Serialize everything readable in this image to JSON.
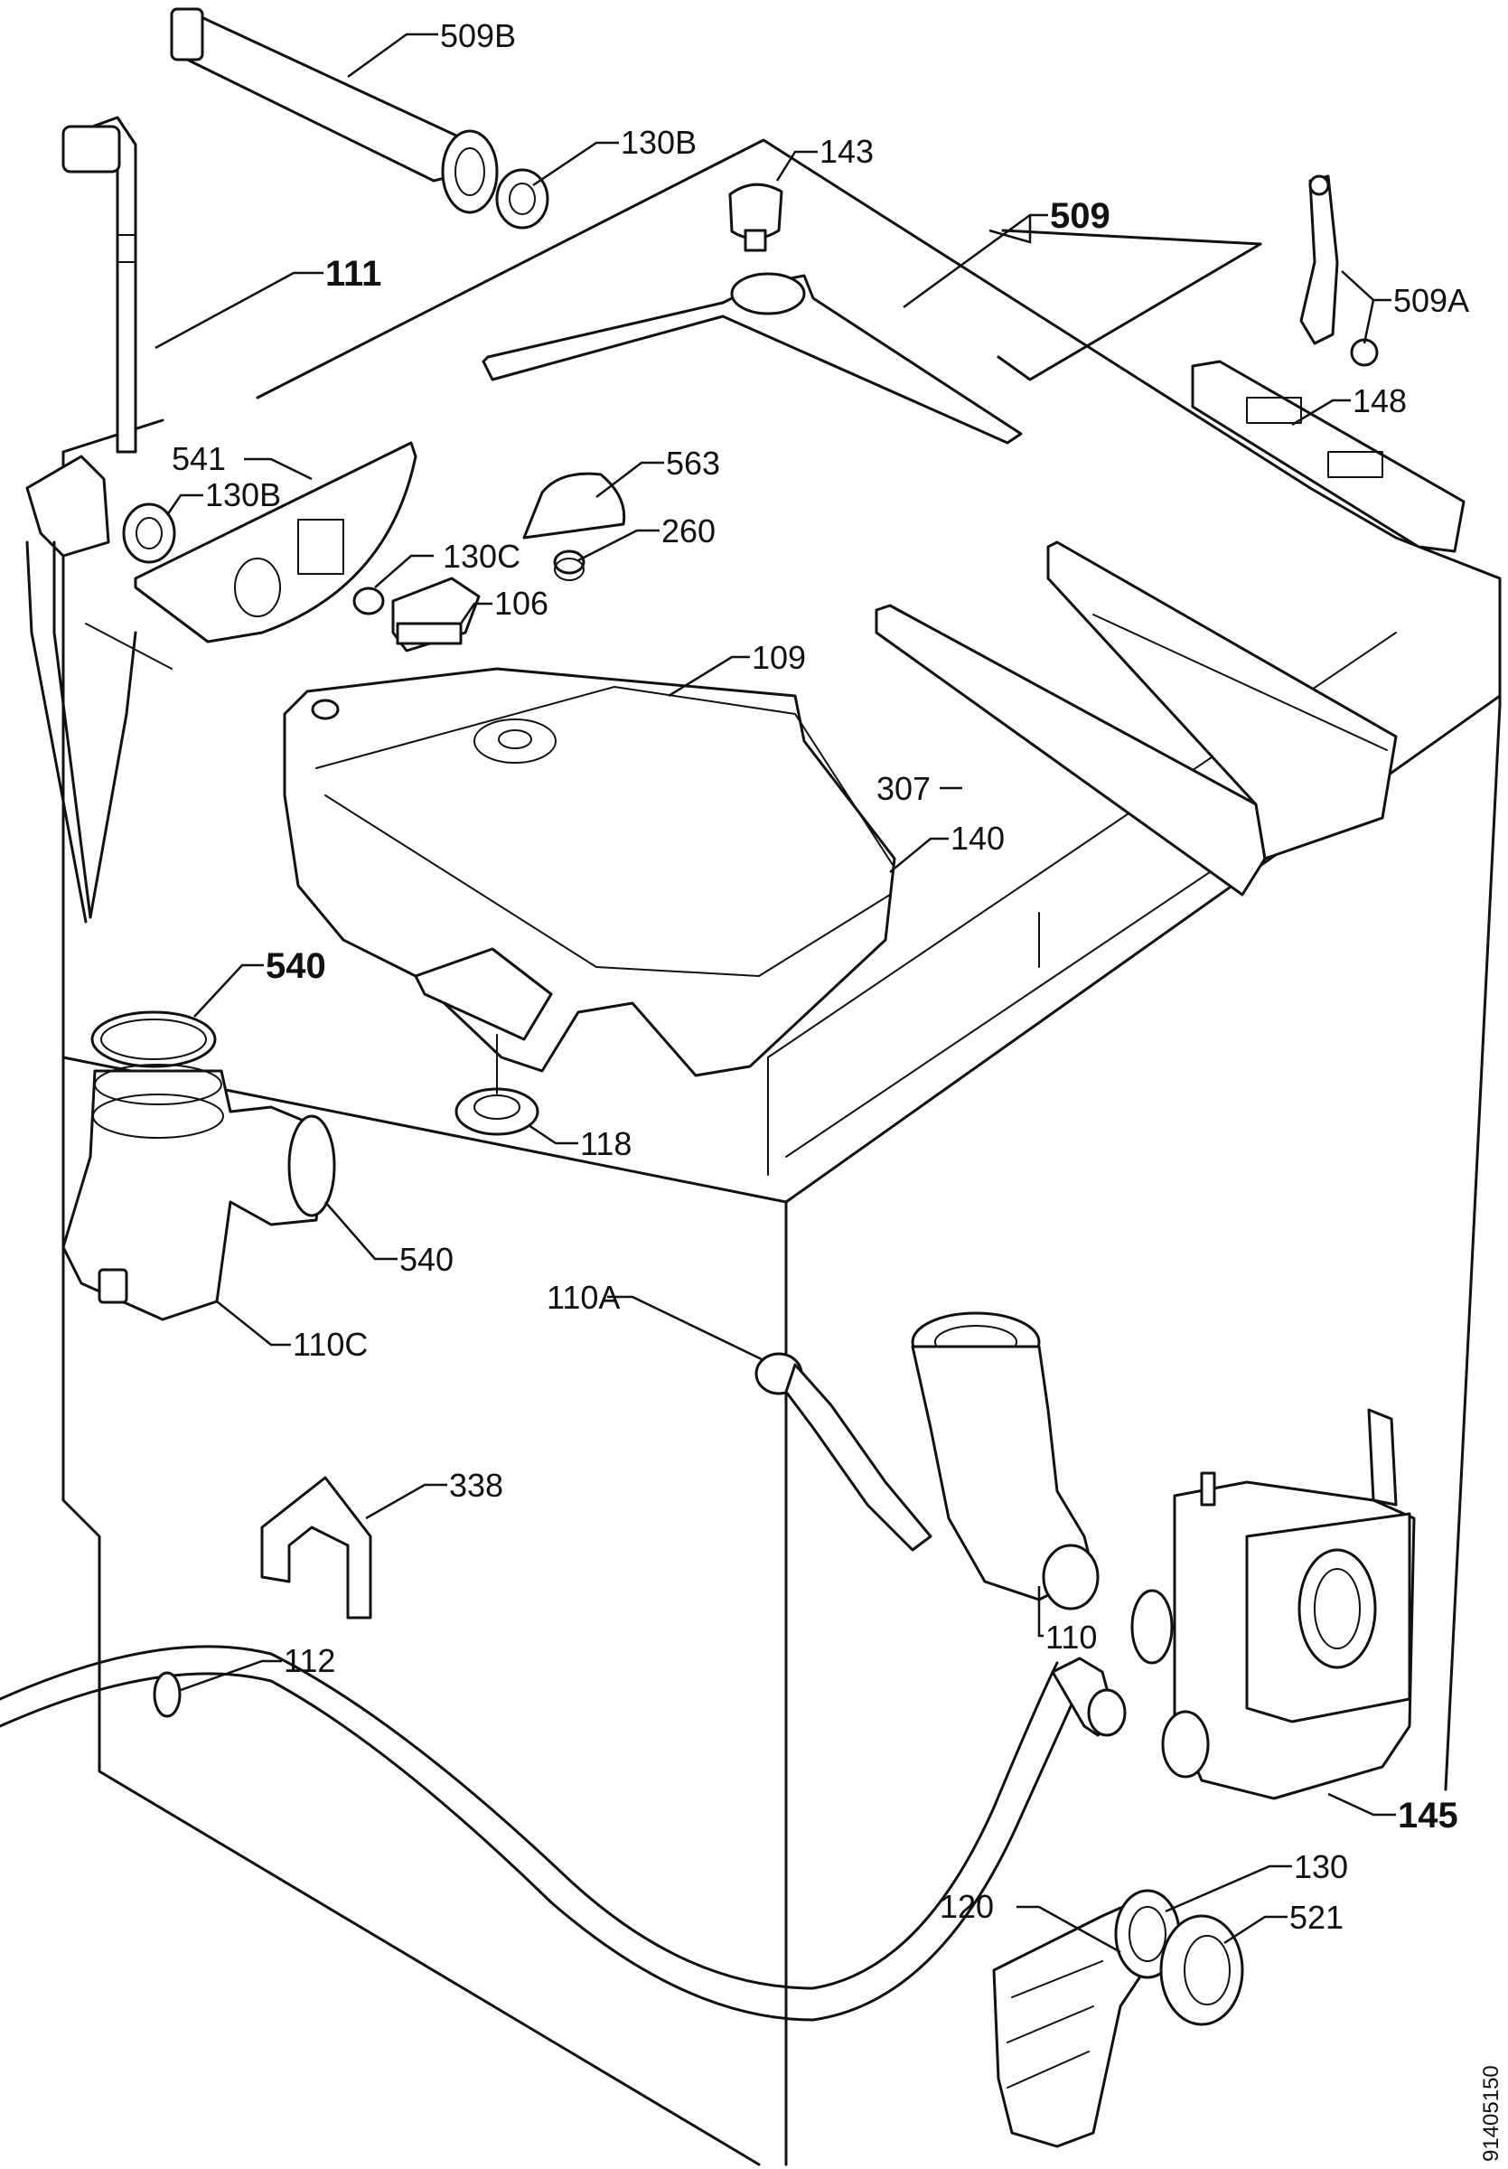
{
  "labels": {
    "l509b": "509B",
    "l130b_top": "130B",
    "l143": "143",
    "l111": "111",
    "l509": "509",
    "l509a": "509A",
    "l148": "148",
    "l541": "541",
    "l130b_mid": "130B",
    "l563": "563",
    "l260": "260",
    "l130c": "130C",
    "l106": "106",
    "l109": "109",
    "l307": "307",
    "l140": "140",
    "l540_top": "540",
    "l118": "118",
    "l540_bot": "540",
    "l110c": "110C",
    "l110a": "110A",
    "l338": "338",
    "l110": "110",
    "l112": "112",
    "l145": "145",
    "l130": "130",
    "l120": "120",
    "l521": "521"
  },
  "doc_id": "91405150"
}
